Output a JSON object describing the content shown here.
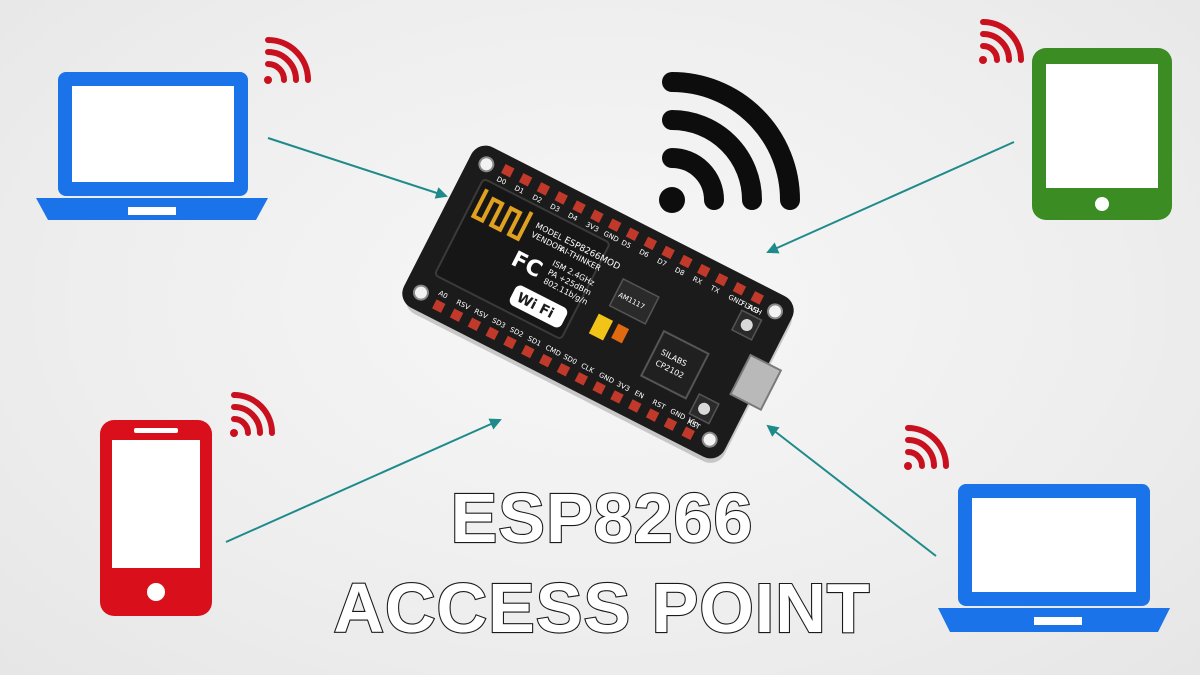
{
  "title": {
    "line1": "ESP8266",
    "line2": "ACCESS POINT"
  },
  "board": {
    "name": "ESP8266 module",
    "model_label": "MODEL",
    "vendor_label": "VENDOR",
    "module_name": "ESP8266MOD",
    "vendor_name": "AI-THINKER",
    "band": "ISM 2.4GHz",
    "power": "PA +25dBm",
    "standard": "802.11b/g/n",
    "wifi_logo": "Wi Fi",
    "fcc_logo": "FC",
    "regulator": "AM1117",
    "usb_chip_brand": "SILABS",
    "usb_chip_model": "CP2102",
    "flash_label": "FLASH",
    "rst_label": "RST",
    "top_pins": [
      "D0",
      "D1",
      "D2",
      "D3",
      "D4",
      "3V3",
      "GND",
      "D5",
      "D6",
      "D7",
      "D8",
      "RX",
      "TX",
      "GND",
      "3V3"
    ],
    "bottom_pins": [
      "A0",
      "RSV",
      "RSV",
      "SD3",
      "SD2",
      "SD1",
      "CMD",
      "SD0",
      "CLK",
      "GND",
      "3V3",
      "EN",
      "RST",
      "GND",
      "Vin"
    ]
  },
  "devices": [
    {
      "name": "laptop-top-left",
      "kind": "laptop",
      "color": "#1a73e8"
    },
    {
      "name": "tablet-top-right",
      "kind": "tablet",
      "color": "#3a8c23"
    },
    {
      "name": "phone-bottom-left",
      "kind": "phone",
      "color": "#d9101c"
    },
    {
      "name": "laptop-bottom-right",
      "kind": "laptop",
      "color": "#1a73e8"
    }
  ],
  "colors": {
    "background": "#efefef",
    "wifi_signal": "#c8101e",
    "arrow": "#1f8a8a",
    "board": "#1b1b1b",
    "pin": "#c0392b",
    "antenna": "#e0a020"
  }
}
